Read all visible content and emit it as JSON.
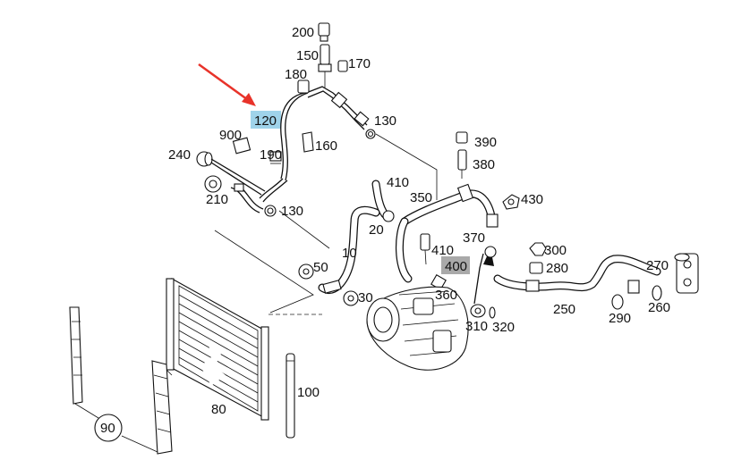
{
  "diagram": {
    "highlight_colors": {
      "selected": "#9fd3ea",
      "secondary": "#a9a9a9",
      "arrow": "#e8332a"
    },
    "labels": {
      "p10": "10",
      "p20": "20",
      "p30": "30",
      "p50": "50",
      "p80": "80",
      "p90": "90",
      "p100": "100",
      "p120": "120",
      "p130a": "130",
      "p130b": "130",
      "p150": "150",
      "p160": "160",
      "p170": "170",
      "p180": "180",
      "p190": "190",
      "p200": "200",
      "p210": "210",
      "p240": "240",
      "p250": "250",
      "p260": "260",
      "p270": "270",
      "p280": "280",
      "p290": "290",
      "p300": "300",
      "p310": "310",
      "p320": "320",
      "p350": "350",
      "p360": "360",
      "p370": "370",
      "p380": "380",
      "p390": "390",
      "p400": "400",
      "p410a": "410",
      "p410b": "410",
      "p430": "430",
      "p900": "900"
    }
  }
}
